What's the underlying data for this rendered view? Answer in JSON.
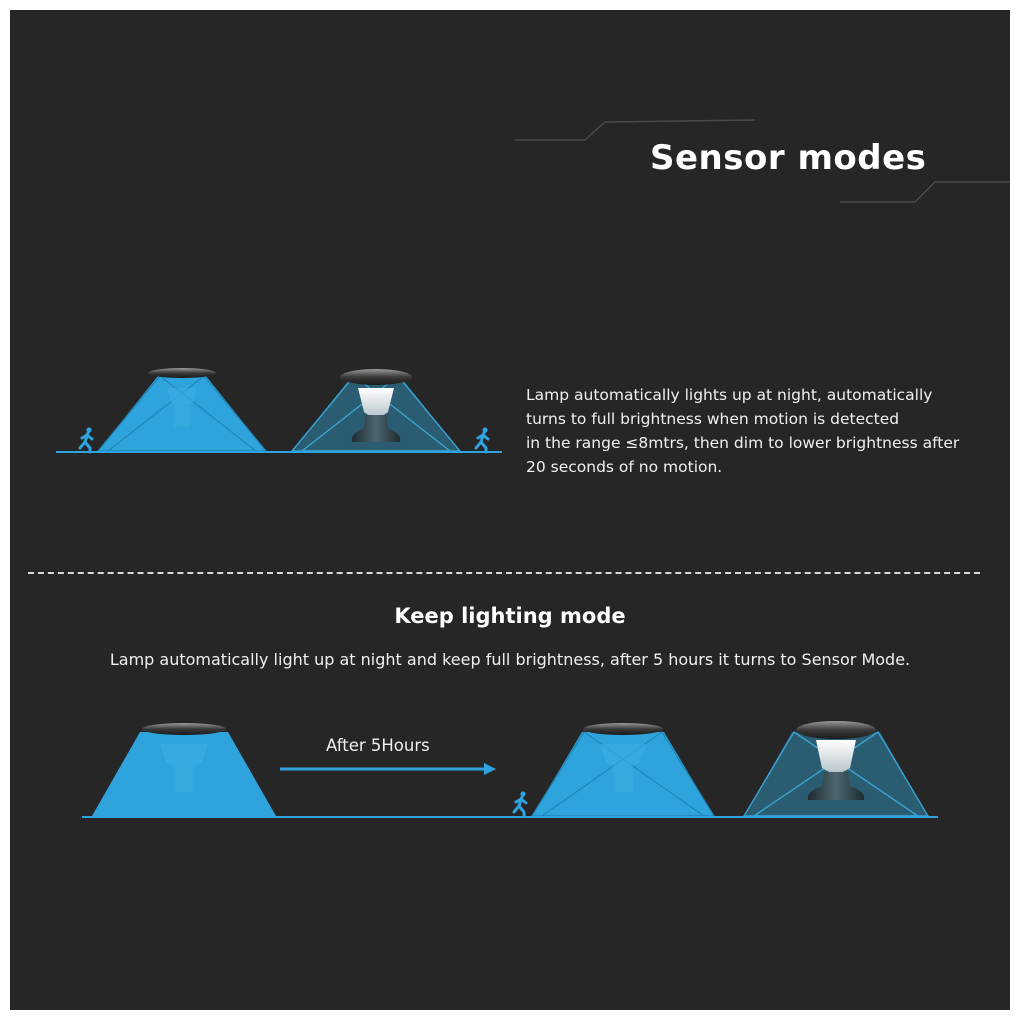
{
  "title": "Sensor modes",
  "sensor_mode": {
    "description_lines": [
      "Lamp automatically lights up at night, automatically",
      "turns to full brightness when motion is detected",
      "in the range ≤8mtrs, then dim to lower brightness after",
      "20 seconds of no motion."
    ]
  },
  "keep_lighting_mode": {
    "heading": "Keep lighting mode",
    "description": "Lamp automatically light up at night and keep full brightness, after 5 hours it turns to Sensor Mode.",
    "arrow_label": "After 5Hours"
  },
  "colors": {
    "background": "#262626",
    "beam_full": "#2fa4dc",
    "beam_dim": "#2a5d72",
    "accent": "#2ea3df",
    "text": "#ffffff"
  },
  "icons": [
    "running-person-icon",
    "lamp-icon",
    "arrow-right-icon"
  ]
}
